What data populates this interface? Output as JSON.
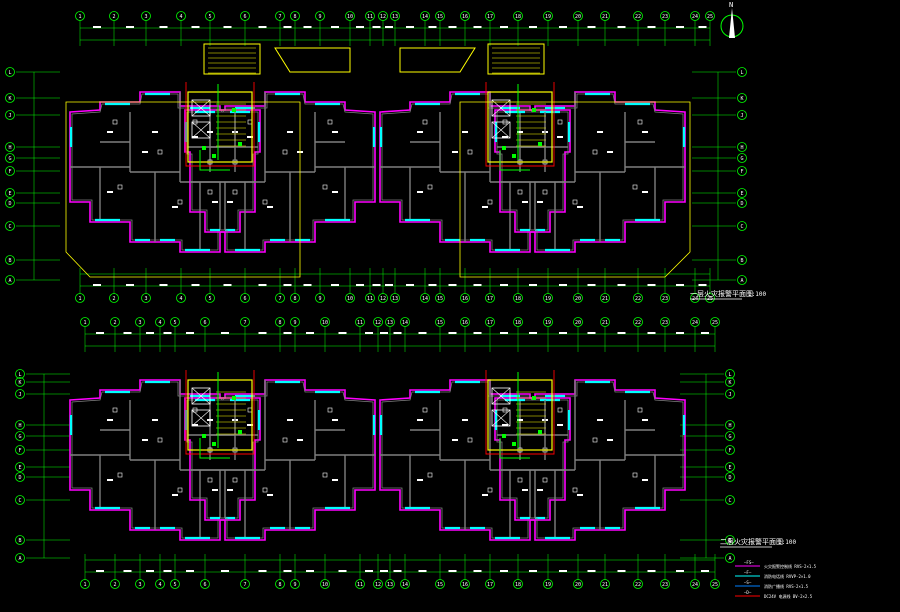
{
  "colors": {
    "background": "#000000",
    "grid": "#00ff00",
    "axis_bubble": "#00ff00",
    "dimension_line": "#ffffff",
    "wall": "#7f7f7f",
    "window": "#00ffff",
    "partition": "#ff00ff",
    "stair_core": "#ffff00",
    "fire_line": "#ff0000",
    "label": "#ffffff"
  },
  "north_arrow": {
    "label": "N"
  },
  "axis_numbers": [
    "1",
    "2",
    "3",
    "4",
    "5",
    "6",
    "7",
    "8",
    "9",
    "10",
    "11",
    "12",
    "13",
    "14",
    "15",
    "16",
    "17",
    "18",
    "19",
    "20",
    "21",
    "22",
    "23",
    "24",
    "25"
  ],
  "axis_letters_left": [
    "L",
    "K",
    "J",
    "H",
    "G",
    "F",
    "E",
    "D",
    "C",
    "B",
    "A"
  ],
  "axis_letters_right": [
    "L",
    "K",
    "J",
    "H",
    "G",
    "F",
    "E",
    "D",
    "C",
    "B",
    "A"
  ],
  "plans": [
    {
      "id": "upper",
      "title": "一层火灾报警平面图",
      "scale": "1:100"
    },
    {
      "id": "lower",
      "title": "二层火灾报警平面图",
      "scale": "1:100"
    }
  ],
  "legend": {
    "items": [
      {
        "symbol": "—FS—",
        "text": "火灾报警控制线 RVS-2×1.5"
      },
      {
        "symbol": "—F—",
        "text": "消防电话线 RVVP-2×1.0"
      },
      {
        "symbol": "—S—",
        "text": "消防广播线 RVS-2×1.5"
      },
      {
        "symbol": "—D—",
        "text": "DC24V 电源线 BV-2×2.5"
      }
    ]
  }
}
